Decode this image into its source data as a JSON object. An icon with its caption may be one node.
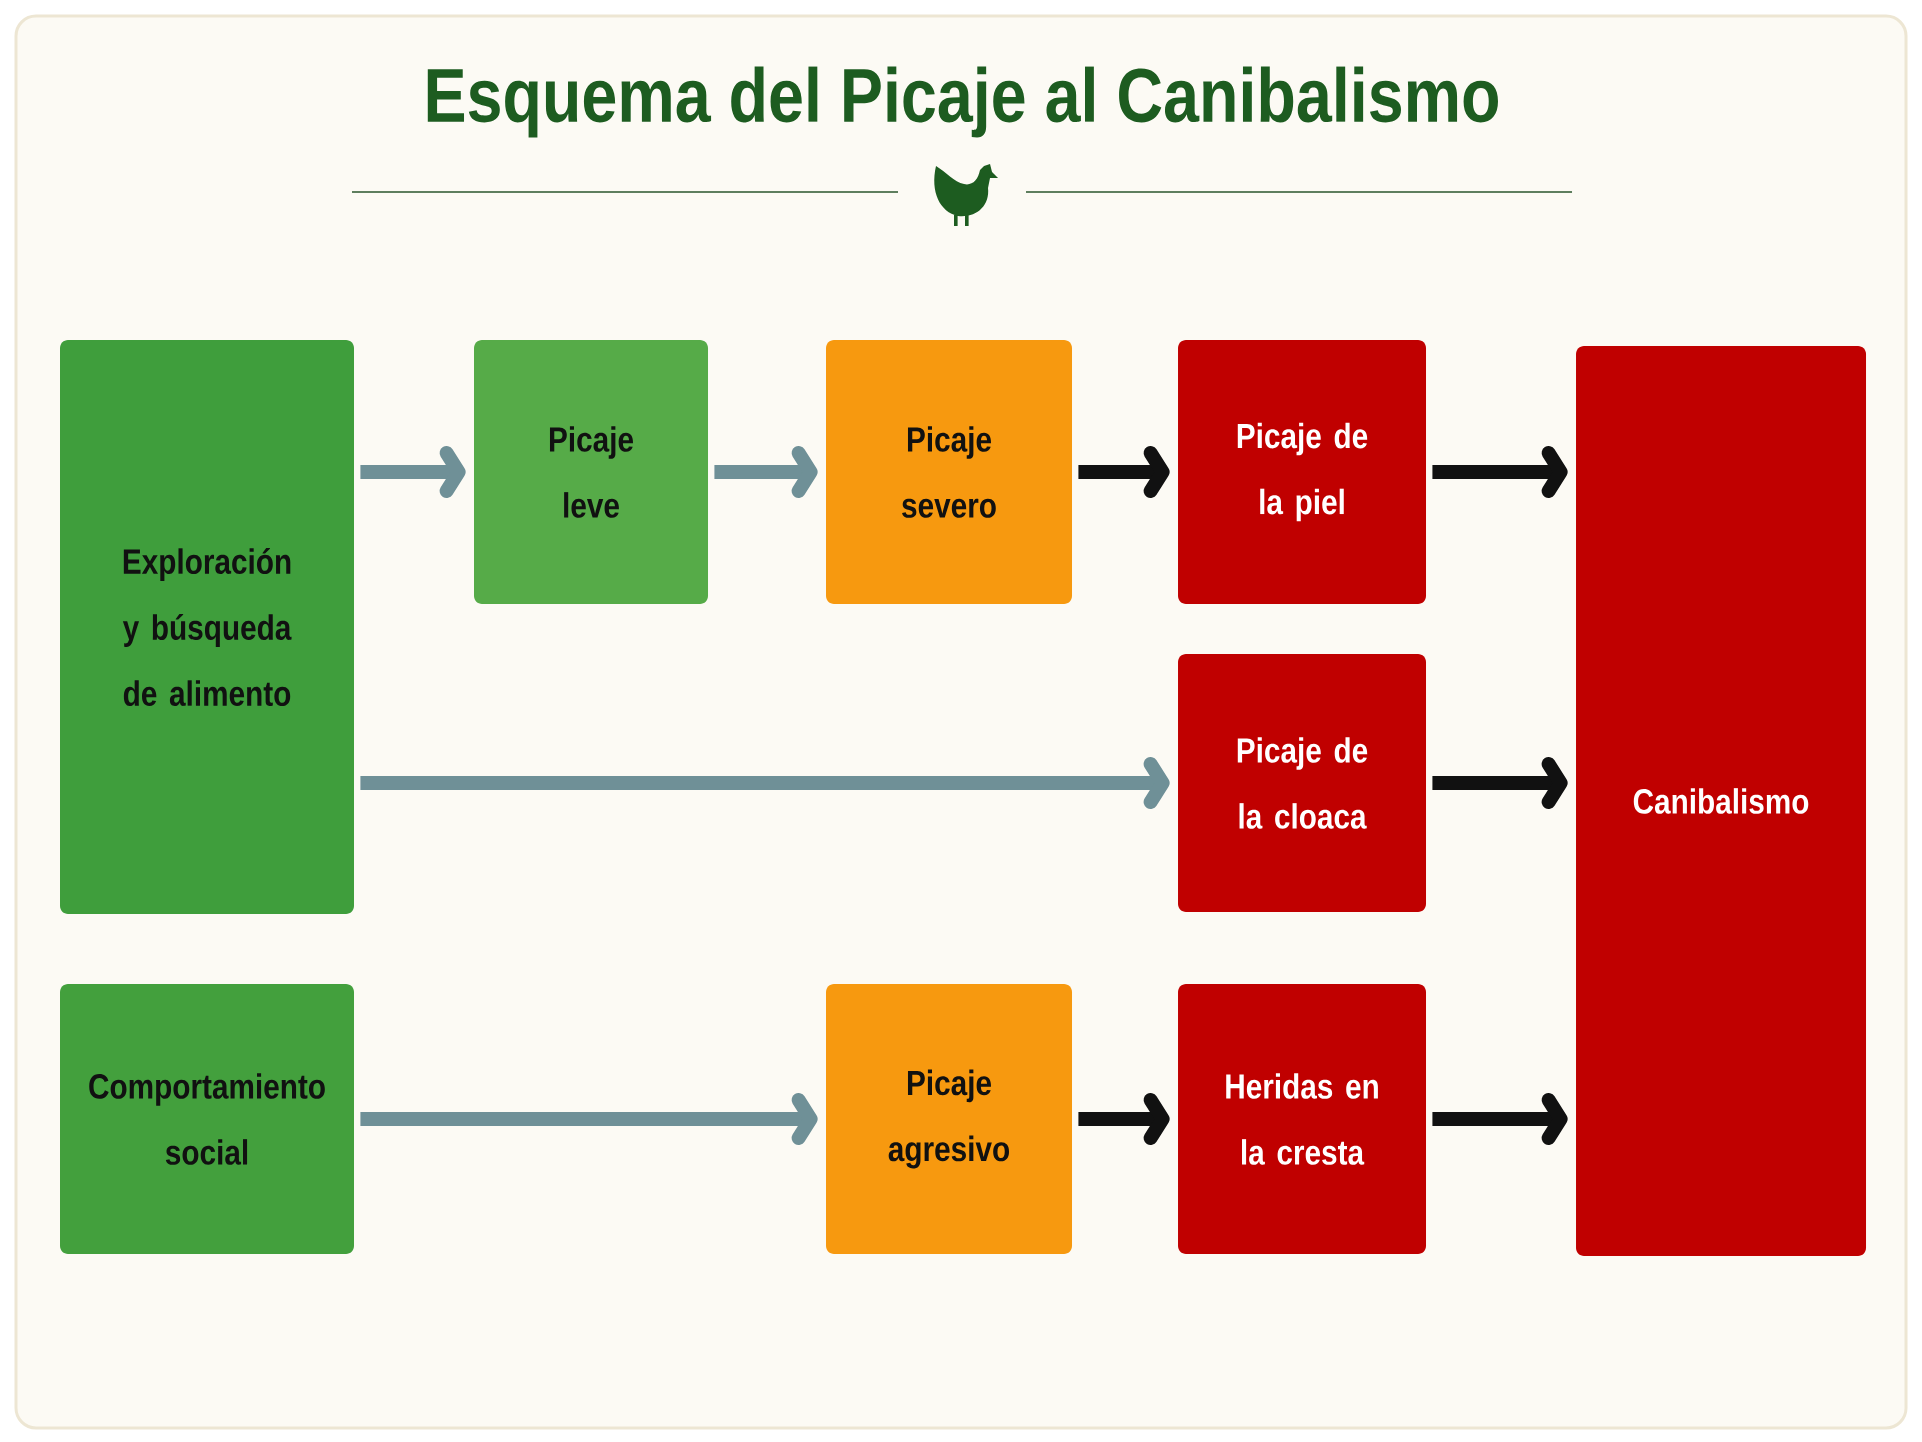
{
  "diagram": {
    "title": "Esquema del Picaje al Canibalismo",
    "nodes": [
      {
        "text": [
          "Exploración y búsqueda de alimento"
        ]
      },
      {
        "text": [
          "Picaje leve"
        ]
      },
      {
        "text": [
          "Picaje severo"
        ]
      },
      {
        "text": [
          "Picaje de la piel"
        ]
      },
      {
        "text": [
          "Canibalismo"
        ]
      },
      {
        "text": [
          "Picaje de la cloaca"
        ]
      },
      {
        "text": [
          "Comportamiento social"
        ]
      },
      {
        "text": [
          "Picaje agresivo"
        ]
      },
      {
        "text": [
          "Heridas en la cresta"
        ]
      }
    ],
    "edges": [
      {
        "from": 0,
        "to": 1,
        "arrow": "to",
        "color": "#6f9097"
      },
      {
        "from": 1,
        "to": 2,
        "arrow": "to",
        "color": "#6f9097"
      },
      {
        "from": 2,
        "to": 3,
        "arrow": "to"
      },
      {
        "from": 3,
        "to": 4,
        "arrow": "to"
      },
      {
        "from": 0,
        "to": 5,
        "arrow": "to",
        "color": "#6f9097"
      },
      {
        "from": 5,
        "to": 4,
        "arrow": "to"
      },
      {
        "from": 6,
        "to": 7,
        "arrow": "to",
        "color": "#6f9097"
      },
      {
        "from": 7,
        "to": 8,
        "arrow": "to"
      },
      {
        "from": 8,
        "to": 4,
        "arrow": "to"
      }
    ]
  }
}
